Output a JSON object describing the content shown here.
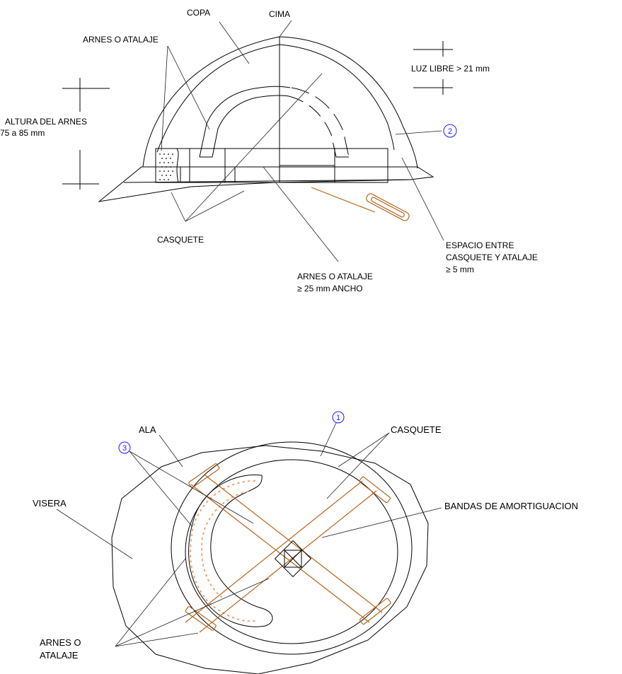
{
  "side_view": {
    "labels": {
      "copa": "COPA",
      "cima": "CIMA",
      "arnes_top": "ARNES O ATALAJE",
      "luz_libre": "LUZ LIBRE > 21 mm",
      "altura_line1": "ALTURA DEL ARNES",
      "altura_line2": "75 a 85 mm",
      "casquete": "CASQUETE",
      "espacio_line1": "ESPACIO ENTRE",
      "espacio_line2": "CASQUETE Y ATALAJE",
      "espacio_line3": "≥ 5 mm",
      "arnes_bottom_line1": "ARNES O ATALAJE",
      "arnes_bottom_line2": "≥ 25 mm ANCHO"
    },
    "marker": "2"
  },
  "top_view": {
    "labels": {
      "ala": "ALA",
      "casquete": "CASQUETE",
      "visera": "VISERA",
      "bandas": "BANDAS DE AMORTIGUACION",
      "arnes_line1": "ARNES O",
      "arnes_line2": "ATALAJE"
    },
    "markers": [
      "1",
      "3"
    ]
  },
  "colors": {
    "line": "#000000",
    "harness": "#b5651d",
    "harness_dots": "#e8a070",
    "marker": "#1a1aff"
  }
}
